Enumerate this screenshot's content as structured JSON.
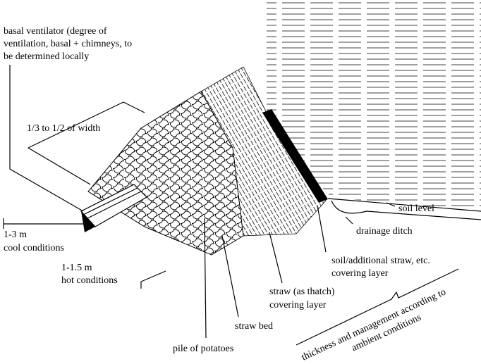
{
  "labels": {
    "ventilator": [
      "basal ventilator (degree of",
      "ventilation, basal + chimneys, to",
      "be determined locally"
    ],
    "width_fraction": "1/3 to 1/2 of width",
    "cool_width": "1-3  m",
    "cool_conditions": "cool conditions",
    "hot_width": "1-1.5 m",
    "hot_conditions": "hot conditions",
    "soil_level": "soil level",
    "drainage_ditch": "drainage ditch",
    "soil_layer": [
      "soil/additional straw, etc.",
      "covering layer"
    ],
    "straw_layer": [
      "straw (as thatch)",
      "covering layer"
    ],
    "straw_bed": "straw bed",
    "pile": "pile of potatoes",
    "thickness": [
      "thickness and management according to",
      "ambient conditions"
    ]
  },
  "colors": {
    "ink": "#000000",
    "paper": "#ffffff"
  }
}
